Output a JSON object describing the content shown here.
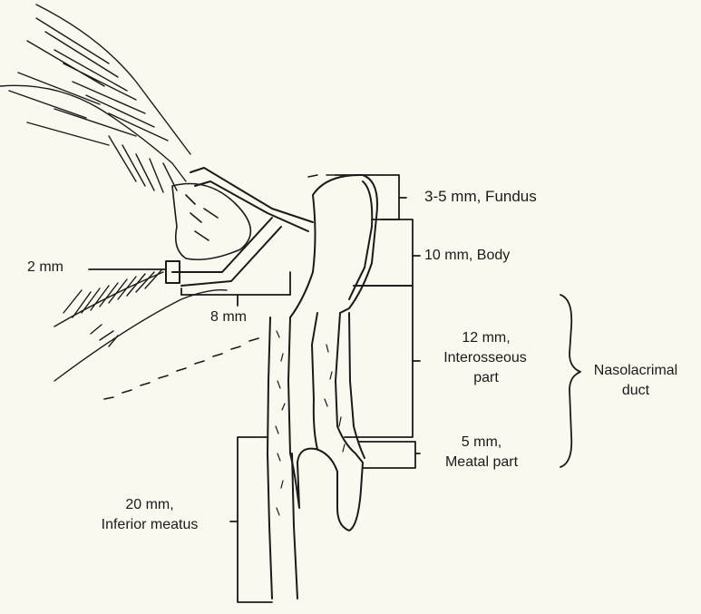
{
  "labels": {
    "fundus": "3-5 mm, Fundus",
    "body": "10 mm, Body",
    "punctum": "2 mm",
    "canaliculus": "8 mm",
    "interosseous_1": "12 mm,",
    "interosseous_2": "Interosseous",
    "interosseous_3": "part",
    "nasolacrimal_1": "Nasolacrimal",
    "nasolacrimal_2": "duct",
    "meatal_1": "5 mm,",
    "meatal_2": "Meatal part",
    "inferior_1": "20 mm,",
    "inferior_2": "Inferior meatus"
  },
  "colors": {
    "ink": "#1a1a1a",
    "paper": "#fbf8ef"
  }
}
